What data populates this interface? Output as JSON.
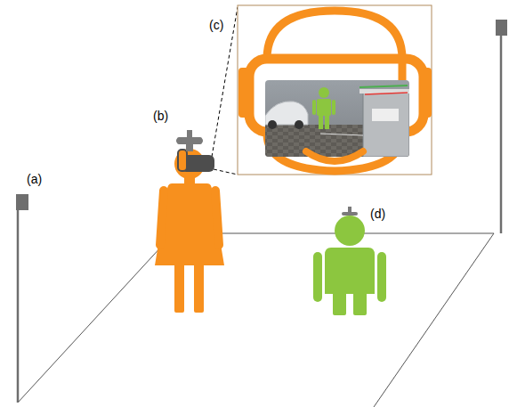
{
  "diagram": {
    "labels": [
      "(c)",
      "(b)",
      "(a)",
      "(d)"
    ]
  }
}
